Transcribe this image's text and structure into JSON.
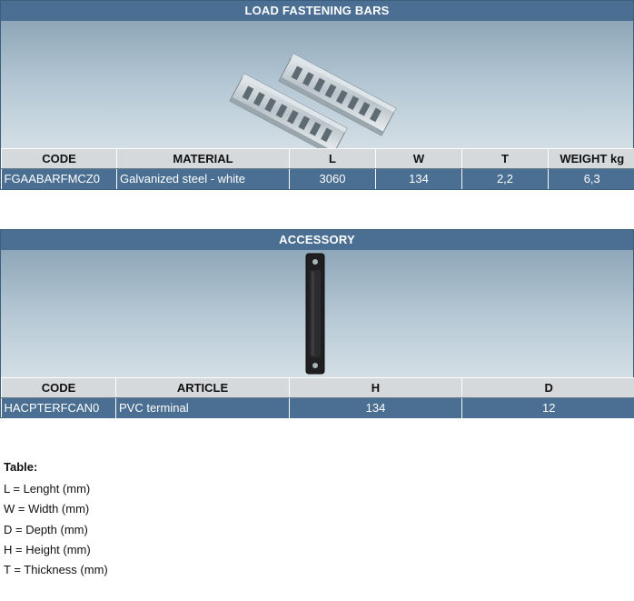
{
  "fastening": {
    "title": "LOAD FASTENING BARS",
    "headers": [
      "CODE",
      "MATERIAL",
      "L",
      "W",
      "T",
      "WEIGHT kg"
    ],
    "row": [
      "FGAABARFMCZ0",
      "Galvanized steel - white",
      "3060",
      "134",
      "2,2",
      "6,3"
    ]
  },
  "accessory": {
    "title": "ACCESSORY",
    "headers": [
      "CODE",
      "ARTICLE",
      "H",
      "D"
    ],
    "row": [
      "HACPTERFCAN0",
      "PVC terminal",
      "134",
      "12"
    ]
  },
  "legend": {
    "title": "Table:",
    "items": [
      "L = Lenght (mm)",
      "W = Width (mm)",
      "D = Depth (mm)",
      "H = Height (mm)",
      "T = Thickness (mm)"
    ]
  },
  "colors": {
    "header_blue": "#4a6f93",
    "column_header_grey": "#d6d9dc"
  }
}
